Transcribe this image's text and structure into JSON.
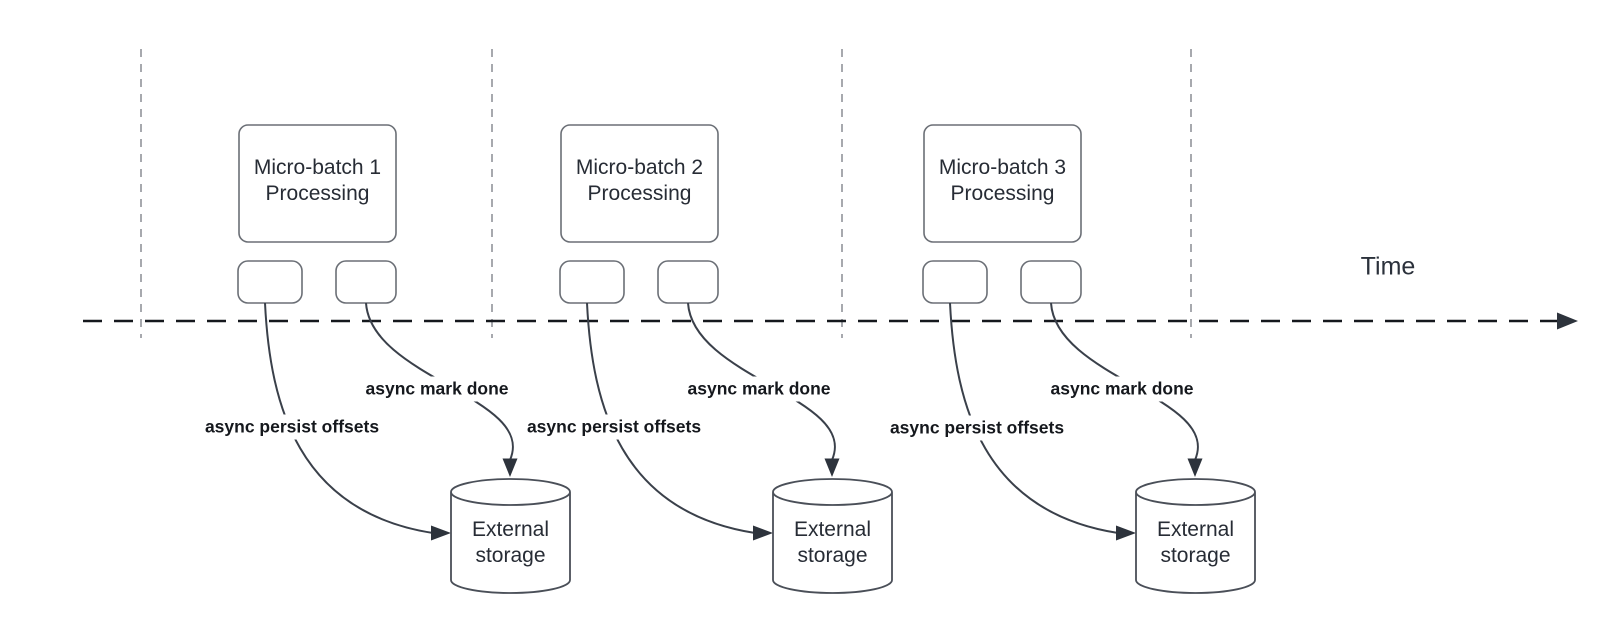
{
  "timeline": {
    "label": "Time"
  },
  "groups": [
    {
      "box_title_line1": "Micro-batch 1",
      "box_title_line2": "Processing",
      "persist_label": "async persist offsets",
      "done_label": "async mark done",
      "storage_line1": "External",
      "storage_line2": "storage"
    },
    {
      "box_title_line1": "Micro-batch 2",
      "box_title_line2": "Processing",
      "persist_label": "async persist offsets",
      "done_label": "async mark done",
      "storage_line1": "External",
      "storage_line2": "storage"
    },
    {
      "box_title_line1": "Micro-batch 3",
      "box_title_line2": "Processing",
      "persist_label": "async persist offsets",
      "done_label": "async mark done",
      "storage_line1": "External",
      "storage_line2": "storage"
    }
  ],
  "colors": {
    "shape-stroke": "#6b6f76",
    "cyl-stroke": "#4a4f58",
    "curve": "#3a404a",
    "arrow-fill": "#2d333c",
    "timeline": "#15181d",
    "guide": "#a7a9ae",
    "ink": "#272c35",
    "label-ink": "#15181d",
    "bg": "#ffffff"
  }
}
